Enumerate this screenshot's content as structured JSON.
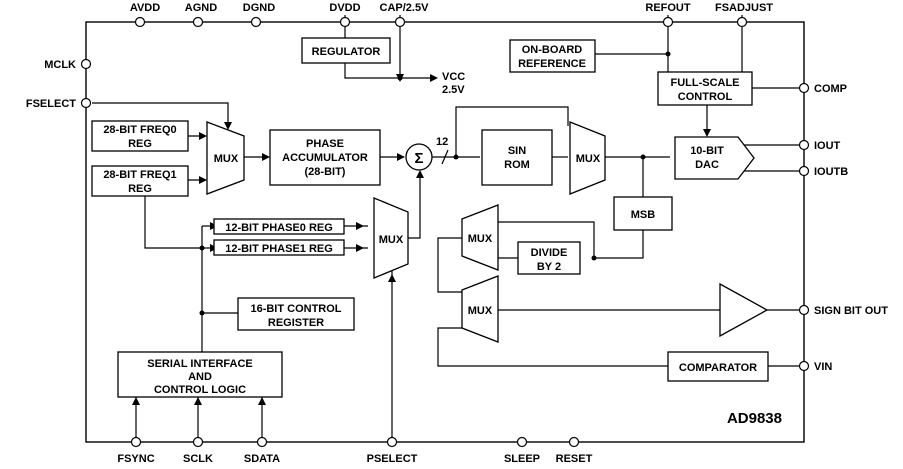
{
  "chip": {
    "part_number": "AD9838"
  },
  "pins": {
    "avdd": "AVDD",
    "agnd": "AGND",
    "dgnd": "DGND",
    "dvdd": "DVDD",
    "cap": "CAP/2.5V",
    "refout": "REFOUT",
    "fsadjust": "FSADJUST",
    "mclk": "MCLK",
    "fselect": "FSELECT",
    "comp": "COMP",
    "iout": "IOUT",
    "ioutb": "IOUTB",
    "sign_bit_out": "SIGN BIT OUT",
    "vin": "VIN",
    "fsync": "FSYNC",
    "sclk": "SCLK",
    "sdata": "SDATA",
    "pselect": "PSELECT",
    "sleep": "SLEEP",
    "reset": "RESET"
  },
  "vcc": {
    "line1": "VCC",
    "line2": "2.5V"
  },
  "blocks": {
    "regulator": "REGULATOR",
    "onboard_ref": {
      "line1": "ON-BOARD",
      "line2": "REFERENCE"
    },
    "fullscale": {
      "line1": "FULL-SCALE",
      "line2": "CONTROL"
    },
    "freq0": {
      "line1": "28-BIT FREQ0",
      "line2": "REG"
    },
    "freq1": {
      "line1": "28-BIT FREQ1",
      "line2": "REG"
    },
    "phase_acc": {
      "line1": "PHASE",
      "line2": "ACCUMULATOR",
      "line3": "(28-BIT)"
    },
    "sum": "Σ",
    "bus_width": "12",
    "sin_rom": {
      "line1": "SIN",
      "line2": "ROM"
    },
    "dac": {
      "line1": "10-BIT",
      "line2": "DAC"
    },
    "msb": "MSB",
    "divide": {
      "line1": "DIVIDE",
      "line2": "BY 2"
    },
    "phase0": "12-BIT PHASE0 REG",
    "phase1": "12-BIT PHASE1 REG",
    "control_reg": {
      "line1": "16-BIT CONTROL",
      "line2": "REGISTER"
    },
    "serial": {
      "line1": "SERIAL INTERFACE",
      "line2": "AND",
      "line3": "CONTROL LOGIC"
    },
    "comparator": "COMPARATOR",
    "mux_label": "MUX"
  }
}
